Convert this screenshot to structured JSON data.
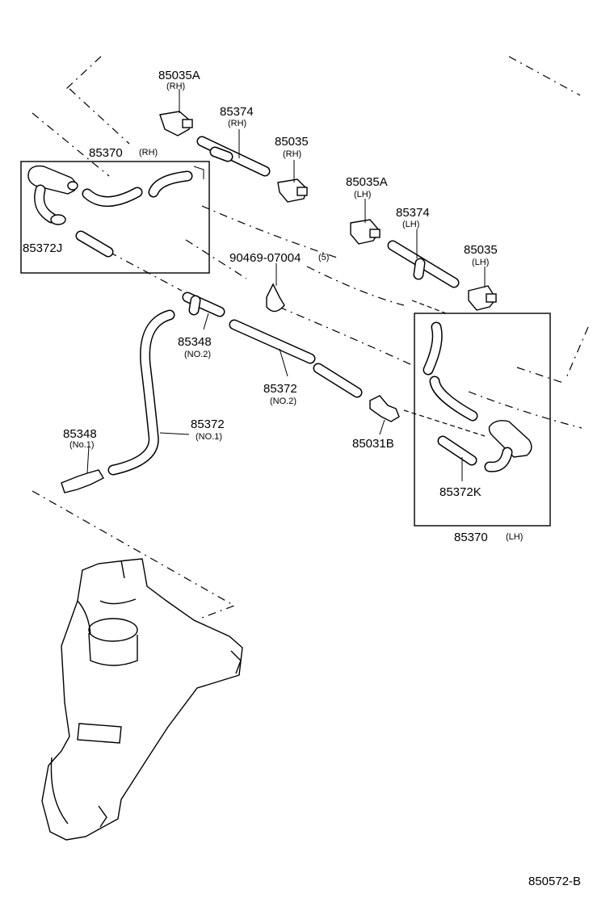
{
  "parts": {
    "p85035A_rh": {
      "number": "85035A",
      "side": "(RH)"
    },
    "p85374_rh": {
      "number": "85374",
      "side": "(RH)"
    },
    "p85035_rh": {
      "number": "85035",
      "side": "(RH)"
    },
    "p85370_rh": {
      "number": "85370",
      "side": "(RH)"
    },
    "p85372J": {
      "number": "85372J"
    },
    "p90469": {
      "number": "90469-07004",
      "qty": "(5)"
    },
    "p85035A_lh": {
      "number": "85035A",
      "side": "(LH)"
    },
    "p85374_lh": {
      "number": "85374",
      "side": "(LH)"
    },
    "p85035_lh": {
      "number": "85035",
      "side": "(LH)"
    },
    "p85348_no2": {
      "number": "85348",
      "variant": "(NO.2)"
    },
    "p85372_no2": {
      "number": "85372",
      "variant": "(NO.2)"
    },
    "p85031B": {
      "number": "85031B"
    },
    "p85348_no1": {
      "number": "85348",
      "variant": "(No.1)"
    },
    "p85372_no1": {
      "number": "85372",
      "variant": "(NO.1)"
    },
    "p85372K": {
      "number": "85372K"
    },
    "p85370_lh": {
      "number": "85370",
      "side": "(LH)"
    }
  },
  "diagram_id": "850572-B"
}
